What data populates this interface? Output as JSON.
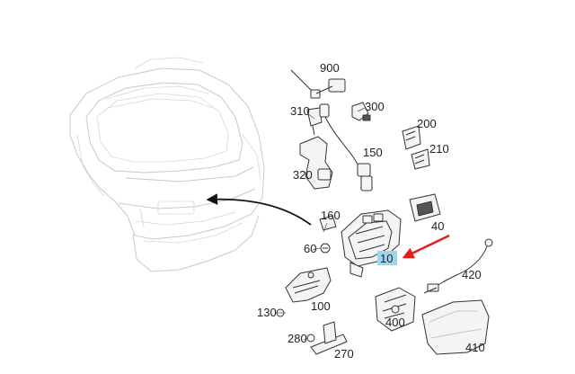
{
  "diagram": {
    "callouts": [
      {
        "id": "c900",
        "label": "900"
      },
      {
        "id": "c310",
        "label": "310"
      },
      {
        "id": "c300",
        "label": "300"
      },
      {
        "id": "c200",
        "label": "200"
      },
      {
        "id": "c210",
        "label": "210"
      },
      {
        "id": "c150",
        "label": "150"
      },
      {
        "id": "c320",
        "label": "320"
      },
      {
        "id": "c160",
        "label": "160"
      },
      {
        "id": "c40",
        "label": "40"
      },
      {
        "id": "c60",
        "label": "60"
      },
      {
        "id": "c10",
        "label": "10",
        "highlighted": true
      },
      {
        "id": "c420",
        "label": "420"
      },
      {
        "id": "c100",
        "label": "100"
      },
      {
        "id": "c130",
        "label": "130"
      },
      {
        "id": "c400",
        "label": "400"
      },
      {
        "id": "c280",
        "label": "280"
      },
      {
        "id": "c270",
        "label": "270"
      },
      {
        "id": "c410",
        "label": "410"
      }
    ],
    "colors": {
      "highlight": "#9fd3ee",
      "arrow": "#e02020",
      "ghost_outline": "#c8c8c8",
      "line": "#333333"
    }
  }
}
